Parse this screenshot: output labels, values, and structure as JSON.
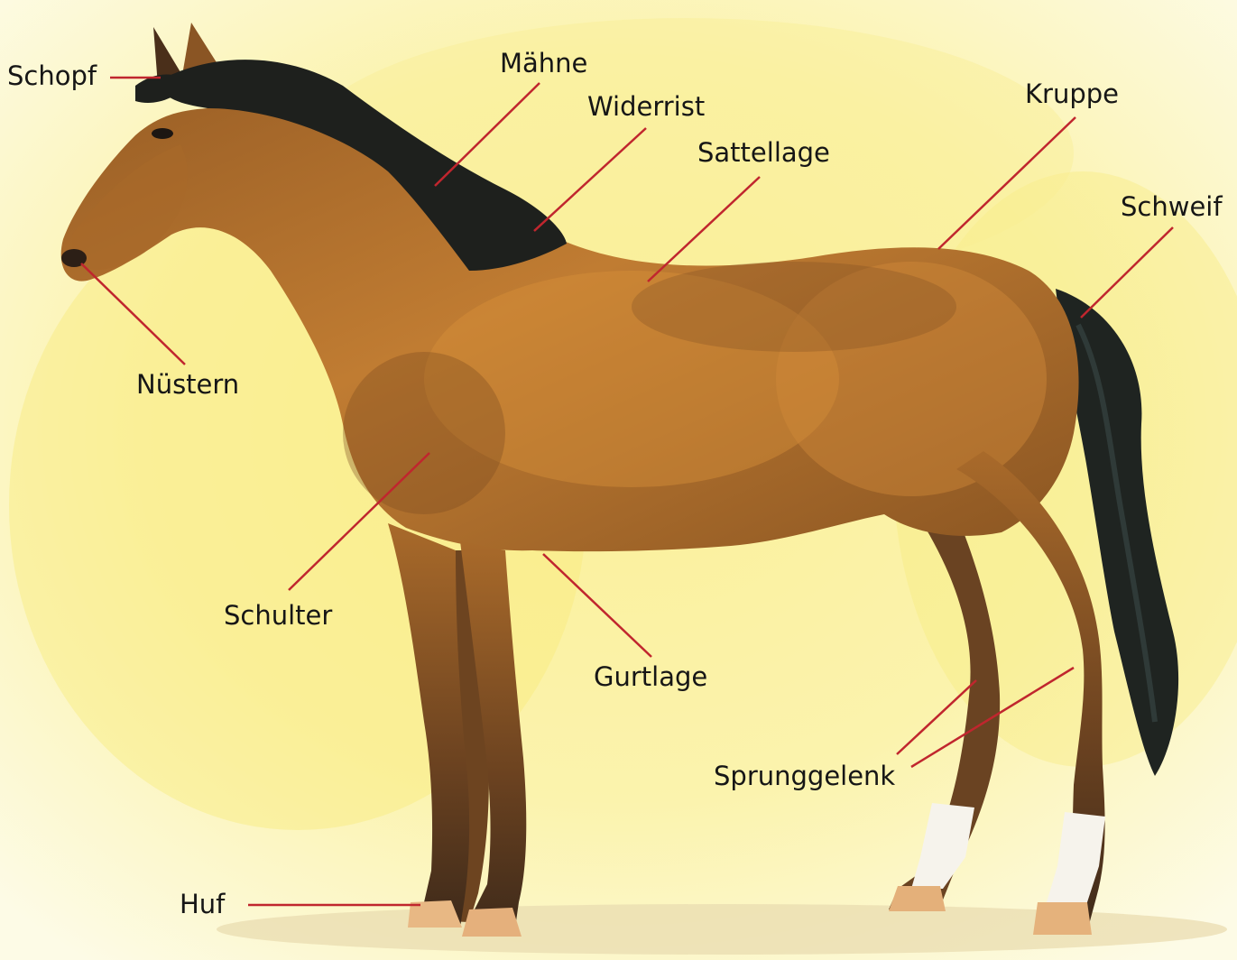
{
  "colors": {
    "background": "#fbf3a0",
    "coat": "#b8762c",
    "coat_dark": "#5c3a18",
    "mane_tail": "#1f2220",
    "leader_line": "#c0262e",
    "label_text": "#161616"
  },
  "labels": {
    "schopf": "Schopf",
    "maehne": "Mähne",
    "widerrist": "Widerrist",
    "sattellage": "Sattellage",
    "kruppe": "Kruppe",
    "schweif": "Schweif",
    "nuestern": "Nüstern",
    "schulter": "Schulter",
    "gurtlage": "Gurtlage",
    "sprunggelenk": "Sprunggelenk",
    "huf": "Huf"
  }
}
